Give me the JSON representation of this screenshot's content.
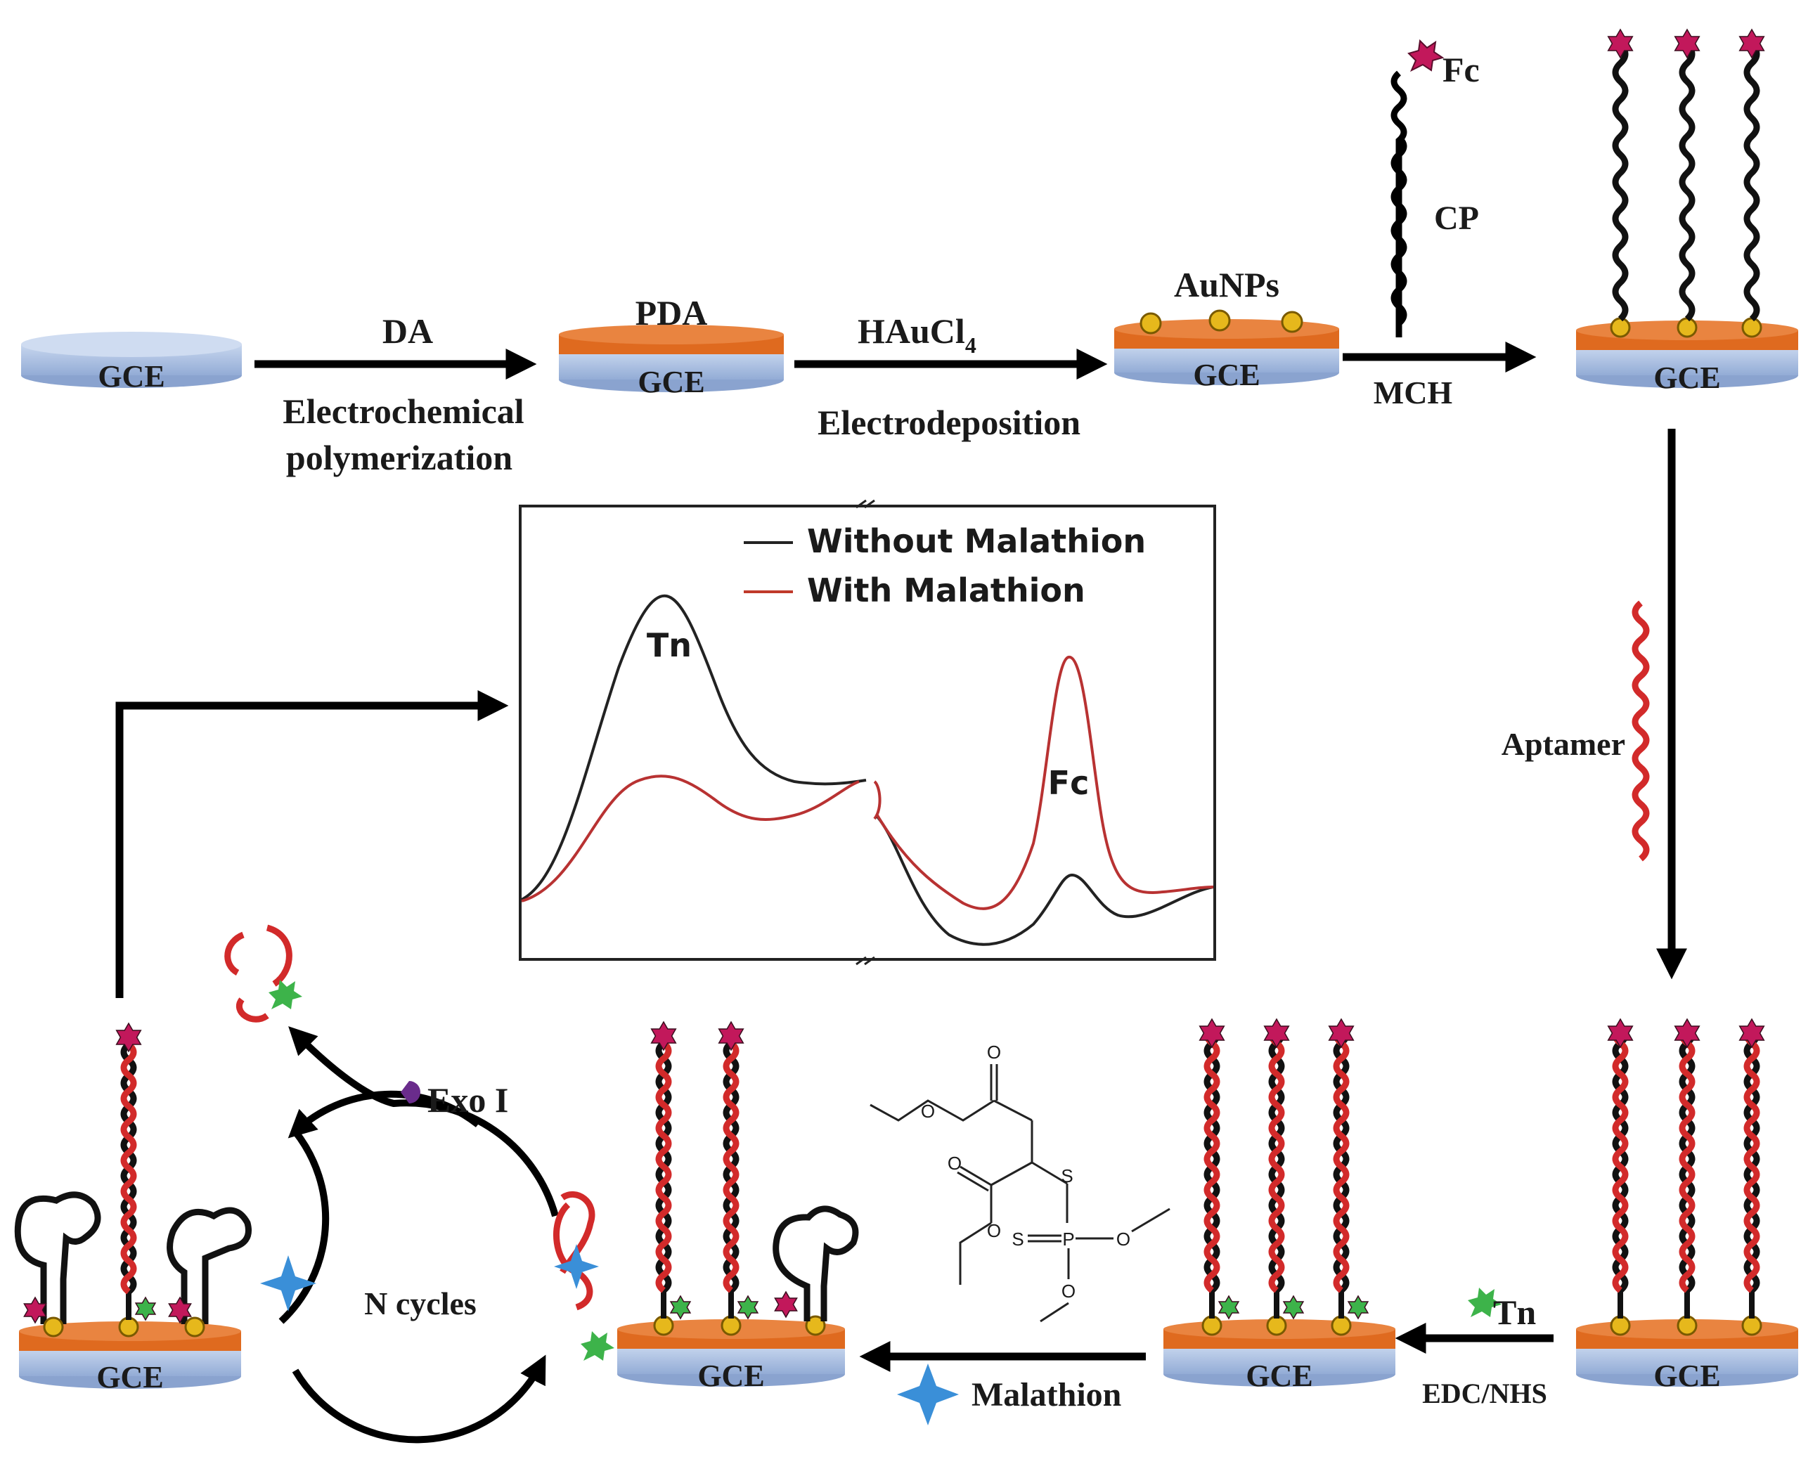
{
  "labels": {
    "gce": "GCE",
    "da": "DA",
    "electrochemical": "Electrochemical",
    "polymerization": "polymerization",
    "pda": "PDA",
    "hauc_main": "HAuCl",
    "hauc_sub": "4",
    "electrodeposition": "Electrodeposition",
    "aunps": "AuNPs",
    "fc": "Fc",
    "cp": "CP",
    "mch": "MCH",
    "aptamer": "Aptamer",
    "tn": "Tn",
    "edc_nhs": "EDC/NHS",
    "malathion": "Malathion",
    "exo": "Exo I",
    "n_cycles": "N cycles"
  },
  "inset": {
    "legend": [
      "Without  Malathion",
      "With  Malathion"
    ],
    "peak_tn": "Tn",
    "peak_fc": "Fc"
  },
  "molecule": {
    "o": "O",
    "s": "S",
    "p": "P"
  },
  "colors": {
    "electrode_base": "#a9bfe0",
    "pda_layer": "#df6a1f",
    "gold": "#e6b81c",
    "red_strand": "#d22a2a",
    "fc_marker": "#c2185b",
    "tn_marker": "#3db34a",
    "malathion_star": "#3a8fd8",
    "exo": "#6a2c8c"
  }
}
